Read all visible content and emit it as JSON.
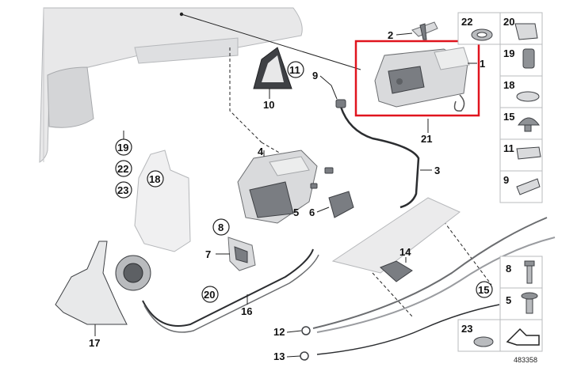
{
  "diagram_id": "483358",
  "colors": {
    "highlight": "#e0141e",
    "part_fill": "#d9dadc",
    "part_dark": "#7a7d82",
    "tailgate": "#e8e8e9"
  },
  "callouts": {
    "p1": "1",
    "p2": "2",
    "p3": "3",
    "p4": "4",
    "p5": "5",
    "p6": "6",
    "p7": "7",
    "p8": "8",
    "p9": "9",
    "p10": "10",
    "p11": "11",
    "p12": "12",
    "p13": "13",
    "p14": "14",
    "p15": "15",
    "p16": "16",
    "p17": "17",
    "p18": "18",
    "p19": "19",
    "p20": "20",
    "p21": "21",
    "p22": "22",
    "p23": "23"
  },
  "side_panel": {
    "c22": "22",
    "c20": "20",
    "c19": "19",
    "c18": "18",
    "c15": "15",
    "c11": "11",
    "c9": "9",
    "c8": "8",
    "c5": "5",
    "c23": "23"
  }
}
